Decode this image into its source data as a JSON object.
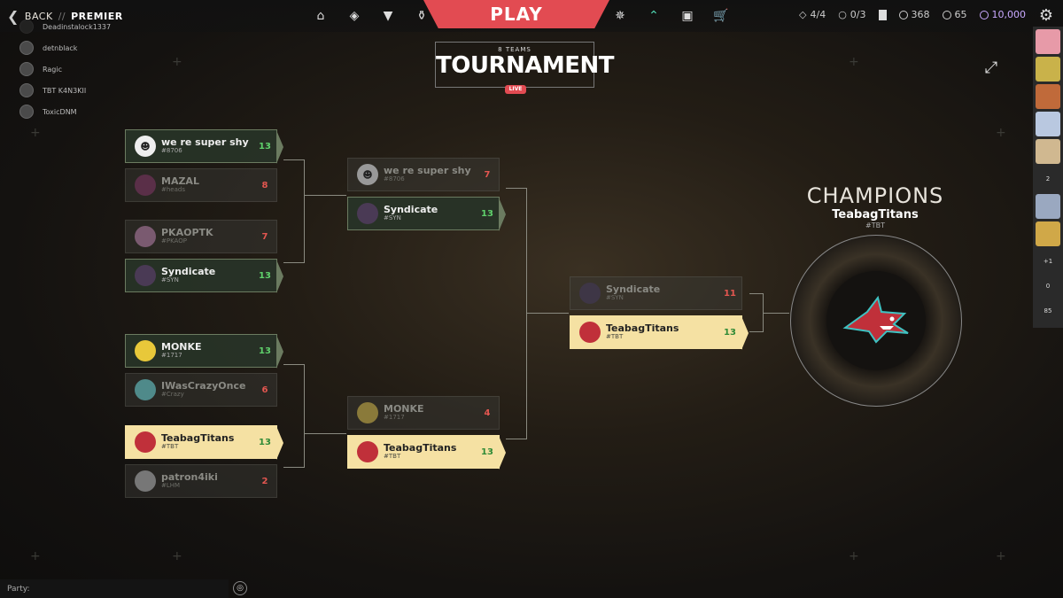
{
  "topbar": {
    "back": "BACK",
    "sep": "//",
    "section": "PREMIER",
    "play": "PLAY",
    "left_icons": [
      "home-icon",
      "career-icon",
      "agents-icon",
      "trophy-icon"
    ],
    "right_icons": [
      "battlepass-icon",
      "premier-icon",
      "collection-icon",
      "store-icon"
    ],
    "currency": [
      {
        "name": "matches-icon",
        "value": "4/4"
      },
      {
        "name": "daily-icon",
        "value": "0/3"
      },
      {
        "name": "card-icon",
        "value": ""
      },
      {
        "name": "valorant-points-icon",
        "value": "368"
      },
      {
        "name": "radianite-icon",
        "value": "65"
      },
      {
        "name": "kingdom-credits-icon",
        "value": "10,000"
      }
    ],
    "settings_icon": "gear-icon"
  },
  "friends": [
    {
      "name": "Deadinstalock1337"
    },
    {
      "name": "detnblack"
    },
    {
      "name": "Ragic"
    },
    {
      "name": "TBT K4N3KII"
    },
    {
      "name": "ToxicDNM"
    }
  ],
  "header": {
    "teams": "8 TEAMS",
    "title": "TOURNAMENT",
    "live": "LIVE"
  },
  "round1": [
    {
      "name": "we re super shy",
      "tag": "#8706",
      "score": "13",
      "state": "win"
    },
    {
      "name": "MAZAL",
      "tag": "#heads",
      "score": "8",
      "state": "lose"
    },
    {
      "name": "PKAOPTK",
      "tag": "#PKAOP",
      "score": "7",
      "state": "lose"
    },
    {
      "name": "Syndicate",
      "tag": "#SYN",
      "score": "13",
      "state": "win"
    },
    {
      "name": "MONKE",
      "tag": "#1717",
      "score": "13",
      "state": "win"
    },
    {
      "name": "IWasCrazyOnce",
      "tag": "#Crazy",
      "score": "6",
      "state": "lose"
    },
    {
      "name": "TeabagTitans",
      "tag": "#TBT",
      "score": "13",
      "state": "gold"
    },
    {
      "name": "patron4iki",
      "tag": "#LHM",
      "score": "2",
      "state": "lose"
    }
  ],
  "round2": [
    {
      "name": "we re super shy",
      "tag": "#8706",
      "score": "7",
      "state": "lose"
    },
    {
      "name": "Syndicate",
      "tag": "#SYN",
      "score": "13",
      "state": "win"
    },
    {
      "name": "MONKE",
      "tag": "#1717",
      "score": "4",
      "state": "lose"
    },
    {
      "name": "TeabagTitans",
      "tag": "#TBT",
      "score": "13",
      "state": "gold"
    }
  ],
  "final": [
    {
      "name": "Syndicate",
      "tag": "#SYN",
      "score": "11",
      "state": "lose"
    },
    {
      "name": "TeabagTitans",
      "tag": "#TBT",
      "score": "13",
      "state": "gold"
    }
  ],
  "champion": {
    "label": "CHAMPIONS",
    "name": "TeabagTitans",
    "tag": "#TBT"
  },
  "rail": {
    "count1": "2",
    "party_add": "+1",
    "count2": "0",
    "count3": "85"
  },
  "party": {
    "label": "Party:"
  },
  "colors": {
    "play": "#e24b52",
    "gold": "#f5e1a3",
    "win_green": "#5fd06b",
    "lose_red": "#e35650"
  }
}
